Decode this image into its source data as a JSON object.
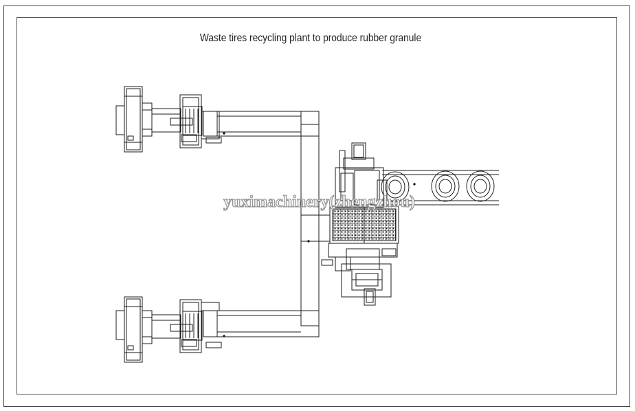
{
  "drawing": {
    "title": "Waste tires recycling plant to produce rubber granule",
    "watermark": "yuximachinery(zhengzhou)",
    "line_color": "#1a1a1a",
    "components": [
      "shredder-top",
      "motor-top",
      "conveyor-top",
      "shredder-bottom",
      "motor-bottom",
      "conveyor-bottom",
      "return-conveyor",
      "crusher-unit",
      "tire-feed-conveyor",
      "tire-1",
      "tire-2",
      "tire-3"
    ]
  }
}
